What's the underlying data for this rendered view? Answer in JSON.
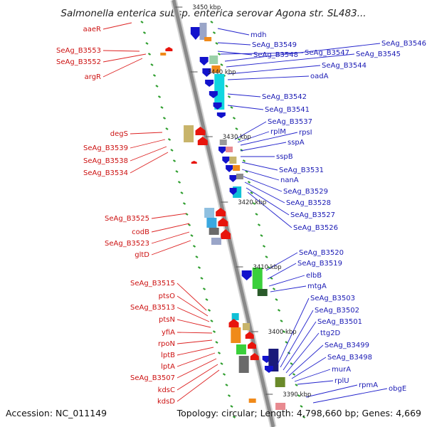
{
  "title": "Salmonella enterica subsp. enterica serovar Agona str. SL483...",
  "footer": {
    "accession": "Accession: NC_011149",
    "summary": "Topology: circular; Length: 4,798,660 bp; Genes: 4,669"
  },
  "ticks": [
    {
      "label": "3450 kbp"
    },
    {
      "label": "3440 kbp"
    },
    {
      "label": "3430 kbp"
    },
    {
      "label": "3420 kbp"
    },
    {
      "label": "3410 kbp"
    },
    {
      "label": "3400 kbp"
    },
    {
      "label": "3390 kbp"
    }
  ],
  "left_labels": [
    {
      "text": "aaeR"
    },
    {
      "text": "SeAg_B3553"
    },
    {
      "text": "SeAg_B3552"
    },
    {
      "text": "argR"
    },
    {
      "text": "degS"
    },
    {
      "text": "SeAg_B3539"
    },
    {
      "text": "SeAg_B3538"
    },
    {
      "text": "SeAg_B3534"
    },
    {
      "text": "SeAg_B3525"
    },
    {
      "text": "codB"
    },
    {
      "text": "SeAg_B3523"
    },
    {
      "text": "gltD"
    },
    {
      "text": "SeAg_B3515"
    },
    {
      "text": "ptsO"
    },
    {
      "text": "SeAg_B3513"
    },
    {
      "text": "ptsN"
    },
    {
      "text": "yfiA"
    },
    {
      "text": "rpoN"
    },
    {
      "text": "lptB"
    },
    {
      "text": "lptA"
    },
    {
      "text": "SeAg_B3507"
    },
    {
      "text": "kdsC"
    },
    {
      "text": "kdsD"
    }
  ],
  "right_labels": [
    {
      "text": "mdh"
    },
    {
      "text": "SeAg_B3549"
    },
    {
      "text": "SeAg_B3548"
    },
    {
      "text": "SeAg_B3547"
    },
    {
      "text": "SeAg_B3546"
    },
    {
      "text": "SeAg_B3545"
    },
    {
      "text": "SeAg_B3544"
    },
    {
      "text": "oadA"
    },
    {
      "text": "SeAg_B3542"
    },
    {
      "text": "SeAg_B3541"
    },
    {
      "text": "SeAg_B3537"
    },
    {
      "text": "rplM"
    },
    {
      "text": "rpsI"
    },
    {
      "text": "sspA"
    },
    {
      "text": "sspB"
    },
    {
      "text": "SeAg_B3531"
    },
    {
      "text": "nanA"
    },
    {
      "text": "SeAg_B3529"
    },
    {
      "text": "SeAg_B3528"
    },
    {
      "text": "SeAg_B3527"
    },
    {
      "text": "SeAg_B3526"
    },
    {
      "text": "SeAg_B3520"
    },
    {
      "text": "SeAg_B3519"
    },
    {
      "text": "elbB"
    },
    {
      "text": "mtgA"
    },
    {
      "text": "SeAg_B3503"
    },
    {
      "text": "SeAg_B3502"
    },
    {
      "text": "SeAg_B3501"
    },
    {
      "text": "ttg2D"
    },
    {
      "text": "SeAg_B3499"
    },
    {
      "text": "SeAg_B3498"
    },
    {
      "text": "murA"
    },
    {
      "text": "rplU"
    },
    {
      "text": "rpmA"
    },
    {
      "text": "obgE"
    }
  ],
  "colors": {
    "backbone": "#8a8a8a",
    "reverse_strand_genes": "#e8140c",
    "forward_strand_genes": "#1212cc",
    "left_label_text": "#cc1111",
    "right_label_text": "#1a1ab4",
    "dotted_track": "#2e9e2e"
  }
}
